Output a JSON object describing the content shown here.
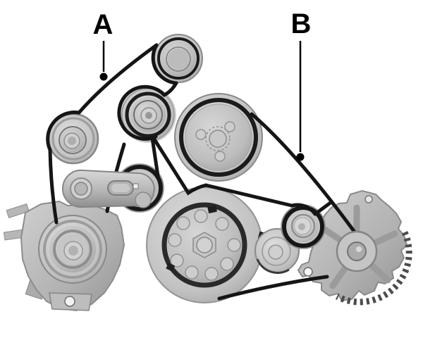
{
  "figure": {
    "type": "engine-drive-belt-routing-diagram",
    "background": "#ffffff"
  },
  "labels": {
    "a": {
      "text": "A"
    },
    "b": {
      "text": "B"
    }
  },
  "callouts": [
    {
      "label": "A",
      "points_to": "belt-span-upper-left"
    },
    {
      "label": "B",
      "points_to": "belt-span-right"
    }
  ],
  "colors": {
    "background": "#ffffff",
    "belt": "#151515",
    "ink": "#000000",
    "metal_light": "#cccccc",
    "metal_mid": "#b4b4b4",
    "metal_dark": "#8e8e8e"
  },
  "components": [
    "idler-pulley-top",
    "idler-pulley-center",
    "left-pulley",
    "water-pump-pulley",
    "belt-tensioner",
    "ac-compressor",
    "crankshaft-pulley",
    "lower-right-pulley",
    "idler-pulley-right",
    "alternator",
    "drive-belt"
  ]
}
